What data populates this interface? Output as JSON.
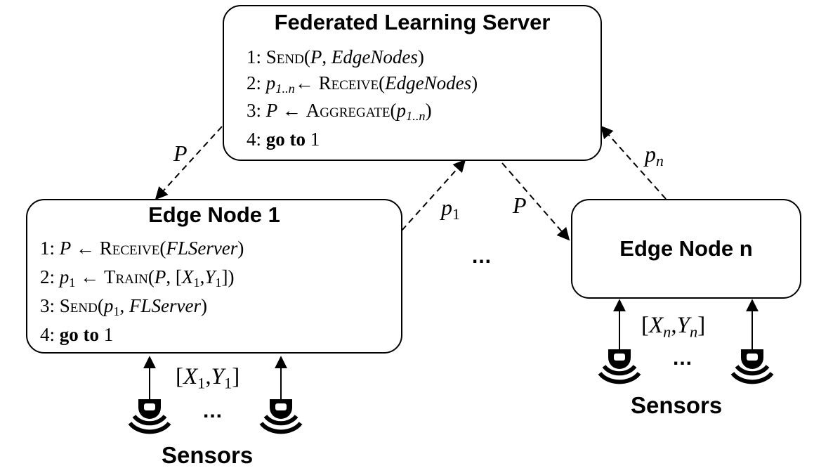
{
  "server": {
    "title": "Federated Learning Server",
    "steps": {
      "s1": {
        "num": "1:",
        "fn": "Send",
        "open": "(",
        "arg1": "P",
        "comma": ",",
        "arg2": "EdgeNodes",
        "close": ")"
      },
      "s2": {
        "num": "2:",
        "lhs": "p",
        "lhs_sub": "1..n",
        "arrow": "←",
        "fn": "Receive",
        "open": "(",
        "arg": "EdgeNodes",
        "close": ")"
      },
      "s3": {
        "num": "3:",
        "lhs": "P",
        "arrow": "←",
        "fn": "Aggregate",
        "open": "(",
        "arg": "p",
        "arg_sub": "1..n",
        "close": ")"
      },
      "s4": {
        "num": "4:",
        "kw": "go to",
        "target": "1"
      }
    }
  },
  "edge1": {
    "title": "Edge Node 1",
    "steps": {
      "s1": {
        "num": "1:",
        "lhs": "P",
        "arrow": "←",
        "fn": "Receive",
        "open": "(",
        "arg": "FLServer",
        "close": ")"
      },
      "s2": {
        "num": "2:",
        "lhs": "p",
        "lhs_sub": "1",
        "arrow": "←",
        "fn": "Train",
        "open": "(",
        "arg1": "P",
        "comma": ",",
        "lb": "[",
        "x": "X",
        "x_sub": "1",
        "c2": ",",
        "y": "Y",
        "y_sub": "1",
        "rb": "]",
        "close": ")"
      },
      "s3": {
        "num": "3:",
        "fn": "Send",
        "open": "(",
        "arg1": "p",
        "arg1_sub": "1",
        "comma": ",",
        "arg2": "FLServer",
        "close": ")"
      },
      "s4": {
        "num": "4:",
        "kw": "go to",
        "target": "1"
      }
    }
  },
  "edgeN": {
    "title": "Edge Node n"
  },
  "labels": {
    "P_down_left": "P",
    "p1_up": {
      "base": "p",
      "sub": "1"
    },
    "P_down_right": "P",
    "pn_up": {
      "base": "p",
      "sub": "n"
    }
  },
  "middle_dots": "...",
  "sensors1": {
    "label": "Sensors",
    "data": {
      "lb": "[",
      "x": "X",
      "x_sub": "1",
      "comma": ",",
      "y": "Y",
      "y_sub": "1",
      "rb": "]"
    },
    "dots": "...",
    "icon": "sensor-icon"
  },
  "sensorsN": {
    "label": "Sensors",
    "data": {
      "lb": "[",
      "x": "X",
      "x_sub": "n",
      "comma": ",",
      "y": "Y",
      "y_sub": "n",
      "rb": "]"
    },
    "dots": "...",
    "icon": "sensor-icon"
  },
  "colors": {
    "stroke": "#000000",
    "background": "#ffffff"
  }
}
